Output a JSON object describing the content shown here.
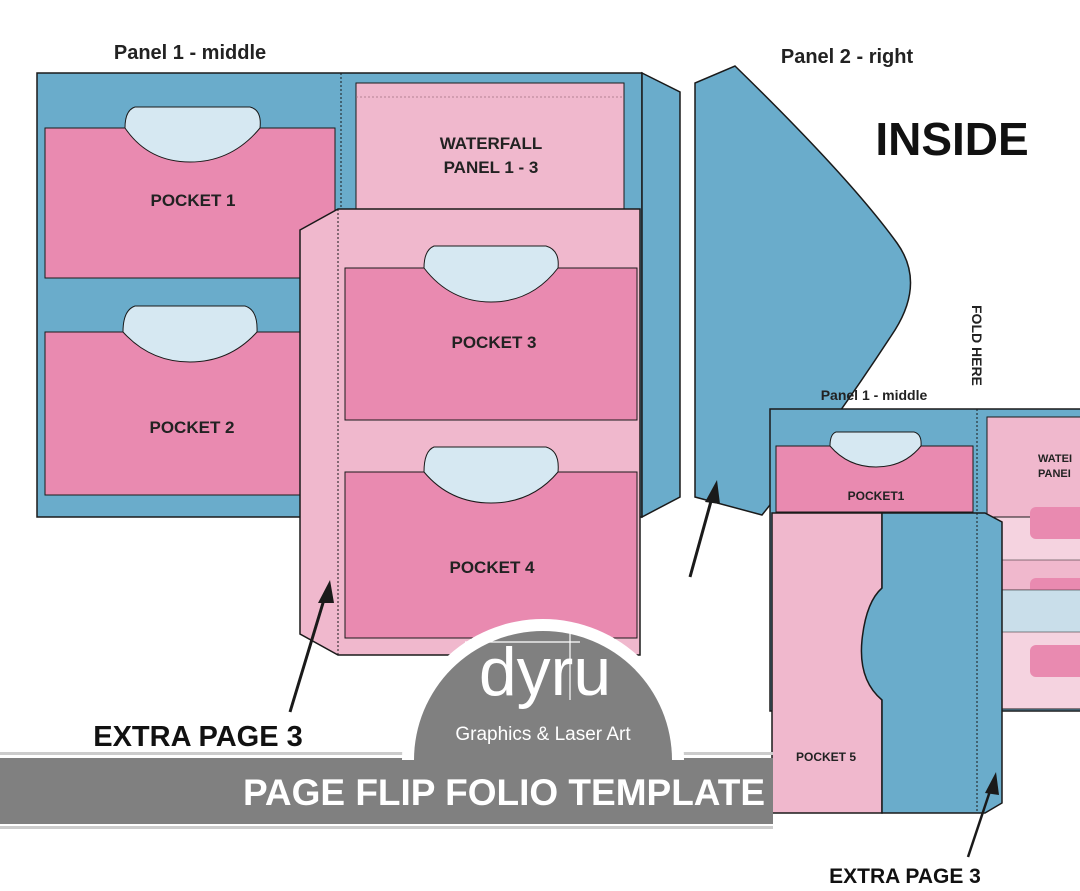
{
  "labels": {
    "panel1_middle": "Panel 1 - middle",
    "panel2_right": "Panel 2 - right",
    "inside": "INSIDE",
    "fold_here": "FOLD HERE",
    "extra_page_left": "EXTRA PAGE 3",
    "extra_page_right": "EXTRA PAGE 3",
    "panel1_middle_small": "Panel 1 - middle"
  },
  "pockets": {
    "p1": "POCKET 1",
    "p2": "POCKET 2",
    "p3": "POCKET 3",
    "p4": "POCKET 4",
    "p1_small": "POCKET1",
    "p5": "POCKET 5"
  },
  "waterfall": {
    "line1": "WATERFALL",
    "line2": "PANEL 1 - 3",
    "small_line1": "WATEI",
    "small_line2": "PANEI"
  },
  "logo": {
    "mark": "dyru",
    "tagline": "Graphics & Laser Art"
  },
  "banner": {
    "title": "PAGE FLIP FOLIO TEMPLATE"
  },
  "colors": {
    "blue": "#6aaccb",
    "pink": "#e98ab0",
    "light_pink": "#f0b8cd",
    "tab": "#d6e8f2",
    "banner": "#808080"
  }
}
